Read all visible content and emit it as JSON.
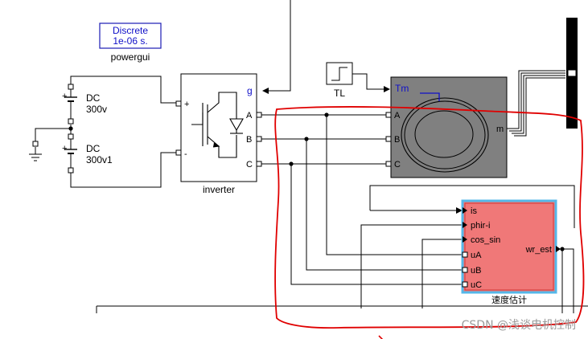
{
  "powergui": {
    "line1": "Discrete",
    "line2": "1e-06 s.",
    "name": "powergui"
  },
  "dc_top": {
    "name": "DC",
    "value": "300v"
  },
  "dc_bottom": {
    "name": "DC",
    "value": "300v1"
  },
  "inverter": {
    "name": "inverter",
    "ports_left": [
      "+",
      "-"
    ],
    "ports_right": [
      "g",
      "A",
      "B",
      "C"
    ]
  },
  "step": {
    "name": "TL"
  },
  "motor": {
    "ports_left": [
      "Tm",
      "A",
      "B",
      "C"
    ],
    "port_right": "m"
  },
  "estimator": {
    "name": "速度估计",
    "inputs": [
      "is",
      "phir-i",
      "cos_sin",
      "uA",
      "uB",
      "uC"
    ],
    "output": "wr_est"
  },
  "watermark": "CSDN @浅谈电机控制",
  "colors": {
    "estimator_fill": "#f07878",
    "estimator_border": "#55b7e8",
    "motor_fill": "#808080",
    "annotation": "#e00000",
    "port_label": "#1010c8"
  }
}
